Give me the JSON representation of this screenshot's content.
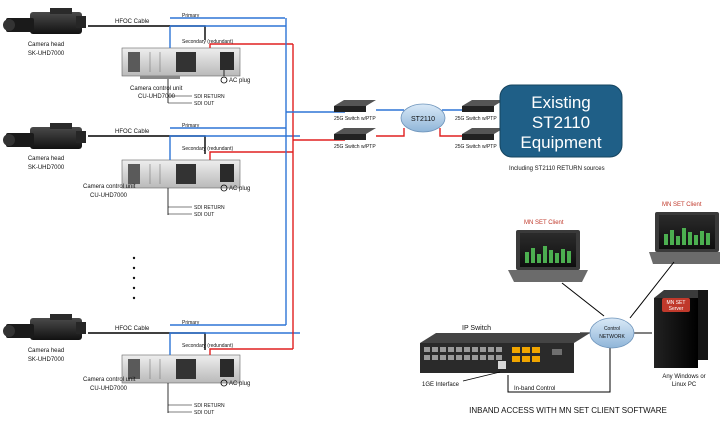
{
  "camera_blocks": [
    {
      "camera_label_1": "Camera head",
      "camera_label_2": "SK-UHD7000",
      "hfoc": "HFOC Cable",
      "primary": "Primary",
      "secondary": "Secondary (redundant)",
      "ccu_label_1": "Camera control unit",
      "ccu_label_2": "CU-UHD7000",
      "ac_plug": "AC plug",
      "sdi_return": "SDI RETURN",
      "sdi_out": "SDI OUT"
    },
    {
      "camera_label_1": "Camera head",
      "camera_label_2": "SK-UHD7000",
      "hfoc": "HFOC Cable",
      "primary": "Primary",
      "secondary": "Secondary (redundant)",
      "ccu_label_1": "Camera control unit",
      "ccu_label_2": "CU-UHD7000",
      "ac_plug": "AC plug",
      "sdi_return": "SDI RETURN",
      "sdi_out": "SDI OUT"
    },
    {
      "camera_label_1": "Camera head",
      "camera_label_2": "SK-UHD7000",
      "hfoc": "HFOC Cable",
      "primary": "Primary",
      "secondary": "Secondary (redundant)",
      "ccu_label_1": "Camera control unit",
      "ccu_label_2": "CU-UHD7000",
      "ac_plug": "AC plug",
      "sdi_return": "SDI RETURN",
      "sdi_out": "SDI OUT"
    }
  ],
  "network": {
    "switch_label": "25G Switch w/PTP",
    "st2110_label": "ST2110",
    "existing_line1": "Existing",
    "existing_line2": "ST2110",
    "existing_line3": "Equipment",
    "existing_caption": "Including ST2110 RETURN sources"
  },
  "inband": {
    "client_label": "MN SET Client",
    "ip_switch": "IP Switch",
    "control_network_1": "Control",
    "control_network_2": "NETWORK",
    "mn_set_server_1": "MN SET",
    "mn_set_server_2": "Server",
    "pc_caption_1": "Any Windows or",
    "pc_caption_2": "Linux PC",
    "interface_1ge": "1GE Interface",
    "inband_control": "In-band Control",
    "caption": "INBAND ACCESS WITH MN SET CLIENT SOFTWARE"
  },
  "colors": {
    "primary_line": "#2e75d6",
    "secondary_line": "#e02020",
    "existing_box": "#1f5f87",
    "client_label": "#c0392b"
  }
}
